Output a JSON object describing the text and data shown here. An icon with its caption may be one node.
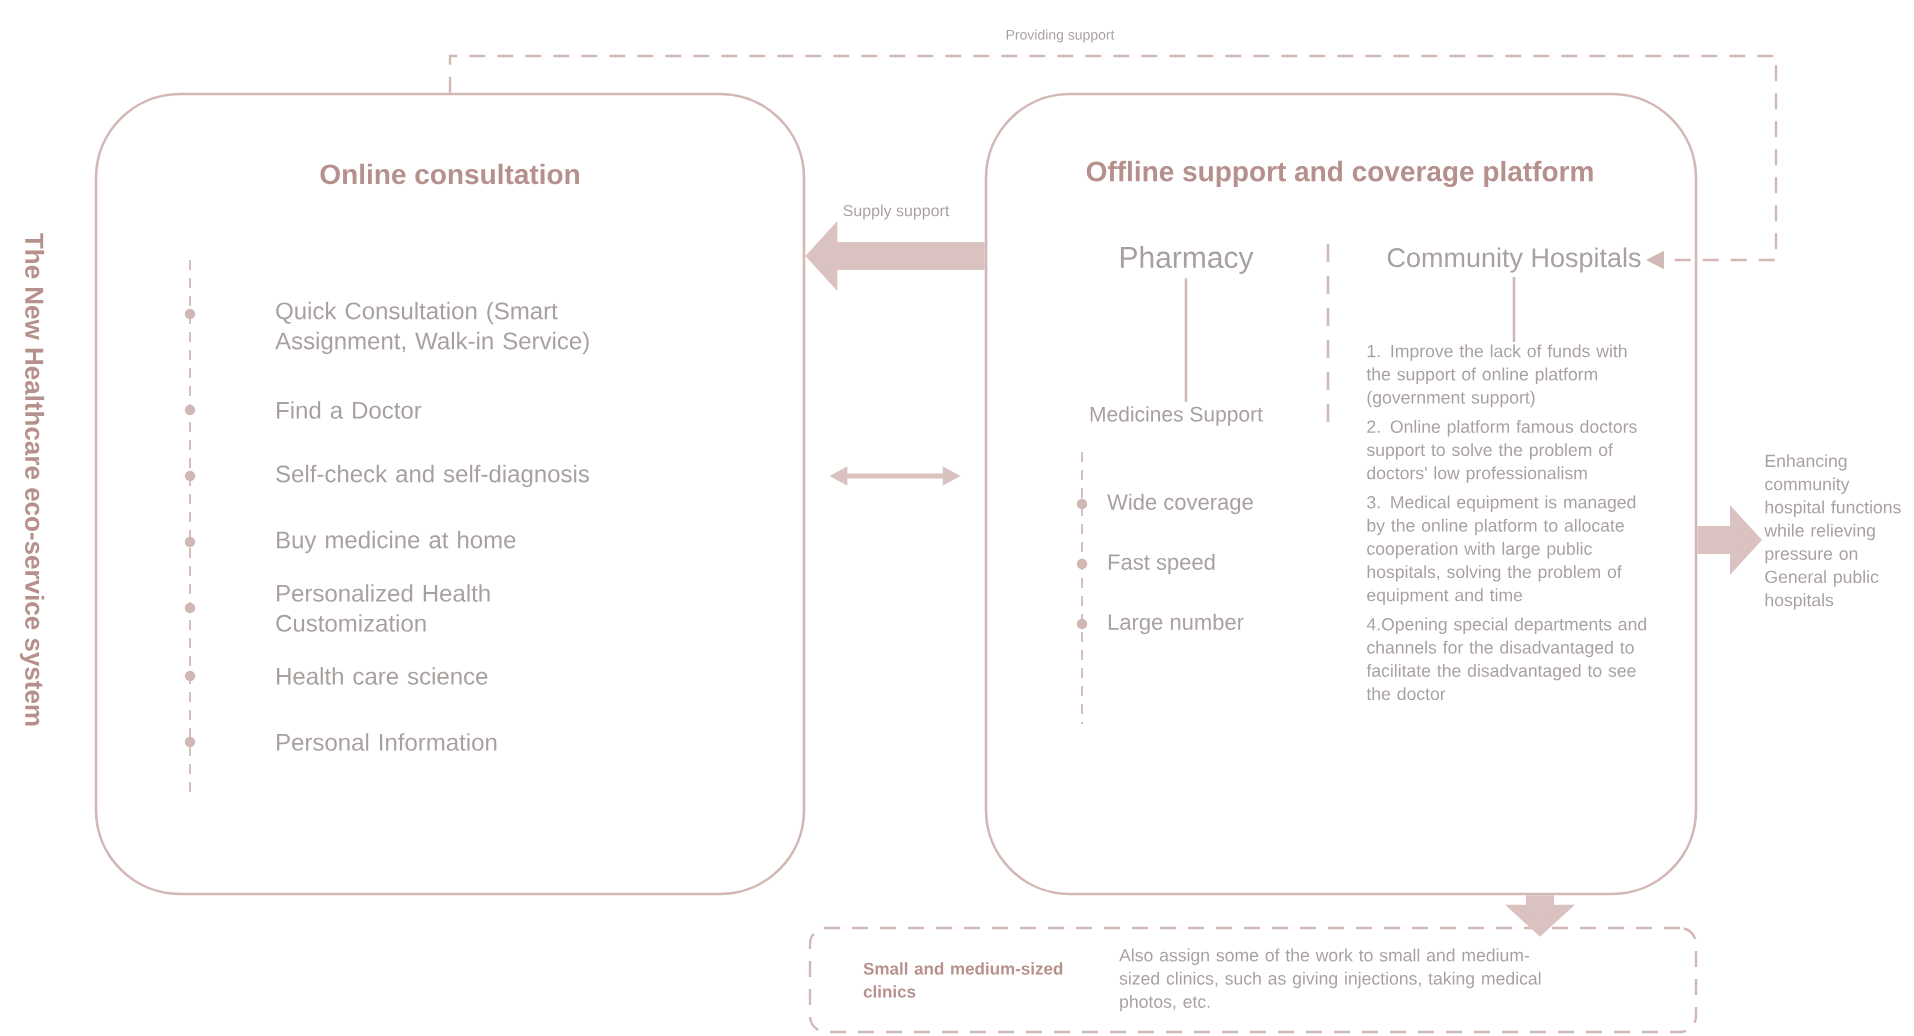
{
  "diagram": {
    "title": "The New Healthcare eco-service system",
    "nodes": [
      {
        "text": [
          "Online consultation",
          "Quick Consultation (Smart Assignment, Walk-in Service)",
          "Find a Doctor",
          "Self-check and self-diagnosis",
          "Buy medicine at home",
          "Personalized Health Customization",
          "Health care science",
          "Personal Information"
        ]
      },
      {
        "text": [
          "Offline support and coverage platform"
        ]
      },
      {
        "text": [
          "Pharmacy"
        ],
        "in": 1
      },
      {
        "text": [
          "Community Hospitals"
        ],
        "in": 1
      },
      {
        "text": [
          "Medicines Support",
          "Wide coverage",
          "Fast speed",
          "Large number"
        ],
        "in": 1
      },
      {
        "text": [
          "1. Improve the lack of funds with the support of online platform (government support)",
          "2. Online platform famous doctors support to solve the problem of doctors' low professionalism",
          "3. Medical equipment is managed by the online platform to allocate cooperation with large public hospitals, solving the problem of equipment and time",
          "4.Opening special departments and channels for the disadvantaged to facilitate the disadvantaged to see the doctor"
        ],
        "in": 1
      },
      {
        "text": [
          "Enhancing community hospital functions while relieving pressure on General public hospitals"
        ]
      },
      {
        "text": [
          "Small and medium-sized clinics",
          "Also assign some of the work to small and medium-sized clinics, such as giving injections, taking medical photos, etc."
        ]
      }
    ],
    "edges": [
      {
        "from": 1,
        "to": 0,
        "arrow": "to",
        "label": "Supply support",
        "style": "thick"
      },
      {
        "from": 0,
        "to": 1,
        "arrow": "both"
      },
      {
        "from": 0,
        "to": 3,
        "arrow": "to",
        "label": "Providing support",
        "style": "dashed"
      },
      {
        "from": 2,
        "to": 4,
        "arrow": "none"
      },
      {
        "from": 3,
        "to": 5,
        "arrow": "none"
      },
      {
        "from": 1,
        "to": 6,
        "arrow": "to",
        "style": "thick"
      },
      {
        "from": 1,
        "to": 7,
        "arrow": "to",
        "style": "thick"
      }
    ]
  }
}
